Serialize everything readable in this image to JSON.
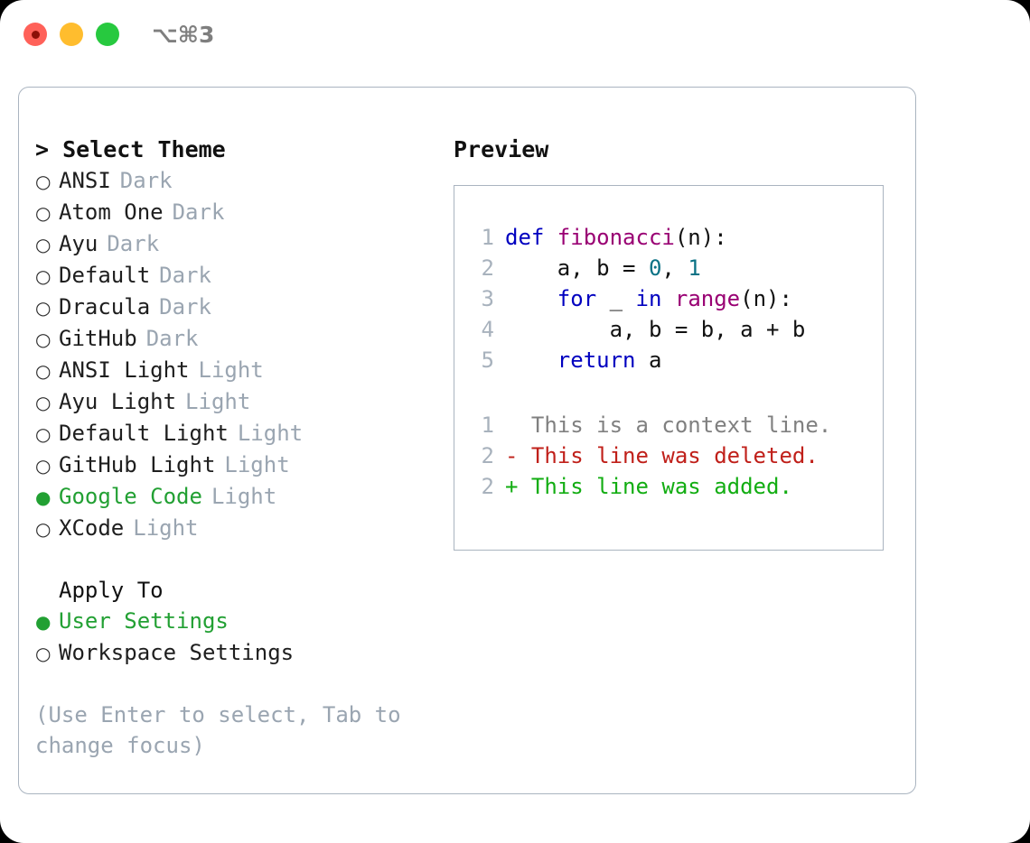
{
  "titlebar": {
    "shortcut": "⌥⌘3",
    "buttons": {
      "close": "close",
      "minimize": "minimize",
      "maximize": "maximize"
    }
  },
  "theme_picker": {
    "heading": "> Select Theme",
    "options": [
      {
        "marker": "○",
        "label": "ANSI",
        "tag": "Dark",
        "selected": false
      },
      {
        "marker": "○",
        "label": "Atom One",
        "tag": "Dark",
        "selected": false
      },
      {
        "marker": "○",
        "label": "Ayu",
        "tag": "Dark",
        "selected": false
      },
      {
        "marker": "○",
        "label": "Default",
        "tag": "Dark",
        "selected": false
      },
      {
        "marker": "○",
        "label": "Dracula",
        "tag": "Dark",
        "selected": false
      },
      {
        "marker": "○",
        "label": "GitHub",
        "tag": "Dark",
        "selected": false
      },
      {
        "marker": "○",
        "label": "ANSI Light",
        "tag": "Light",
        "selected": false
      },
      {
        "marker": "○",
        "label": "Ayu Light",
        "tag": "Light",
        "selected": false
      },
      {
        "marker": "○",
        "label": "Default Light",
        "tag": "Light",
        "selected": false
      },
      {
        "marker": "○",
        "label": "GitHub Light",
        "tag": "Light",
        "selected": false
      },
      {
        "marker": "●",
        "label": "Google Code",
        "tag": "Light",
        "selected": true
      },
      {
        "marker": "○",
        "label": "XCode",
        "tag": "Light",
        "selected": false
      }
    ]
  },
  "apply_to": {
    "heading": "Apply To",
    "options": [
      {
        "marker": "●",
        "label": "User Settings",
        "selected": true
      },
      {
        "marker": "○",
        "label": "Workspace Settings",
        "selected": false
      }
    ]
  },
  "hint": "(Use Enter to select, Tab to change focus)",
  "preview": {
    "heading": "Preview",
    "code_lines": [
      {
        "num": "1",
        "tokens": [
          {
            "t": "def ",
            "c": "kw"
          },
          {
            "t": "fibonacci",
            "c": "fn"
          },
          {
            "t": "(n):",
            "c": "pln"
          }
        ]
      },
      {
        "num": "2",
        "tokens": [
          {
            "t": "    a, b = ",
            "c": "pln"
          },
          {
            "t": "0",
            "c": "num"
          },
          {
            "t": ", ",
            "c": "pln"
          },
          {
            "t": "1",
            "c": "num"
          }
        ]
      },
      {
        "num": "3",
        "tokens": [
          {
            "t": "    ",
            "c": "pln"
          },
          {
            "t": "for",
            "c": "kw"
          },
          {
            "t": " _ ",
            "c": "pln"
          },
          {
            "t": "in",
            "c": "kw"
          },
          {
            "t": " ",
            "c": "pln"
          },
          {
            "t": "range",
            "c": "fn"
          },
          {
            "t": "(n):",
            "c": "pln"
          }
        ]
      },
      {
        "num": "4",
        "tokens": [
          {
            "t": "        a, b = b, a + b",
            "c": "pln"
          }
        ]
      },
      {
        "num": "5",
        "tokens": [
          {
            "t": "    ",
            "c": "pln"
          },
          {
            "t": "return",
            "c": "kw"
          },
          {
            "t": " a",
            "c": "pln"
          }
        ]
      }
    ],
    "diff_lines": [
      {
        "num": "1",
        "sign": "  ",
        "text": "This is a context line.",
        "kind": "ctx"
      },
      {
        "num": "2",
        "sign": "- ",
        "text": "This line was deleted.",
        "kind": "del"
      },
      {
        "num": "2",
        "sign": "+ ",
        "text": "This line was added.",
        "kind": "add"
      }
    ]
  },
  "colors": {
    "accent_green": "#22a033",
    "muted": "#9aa5b1",
    "border": "#aab4c0",
    "keyword": "#0000c0",
    "function": "#990073",
    "number": "#0b7285",
    "diff_deleted": "#c0201a",
    "diff_added": "#12ad12",
    "close": "#ff6159",
    "minimize": "#ffbd2e",
    "maximize": "#27c93f"
  }
}
